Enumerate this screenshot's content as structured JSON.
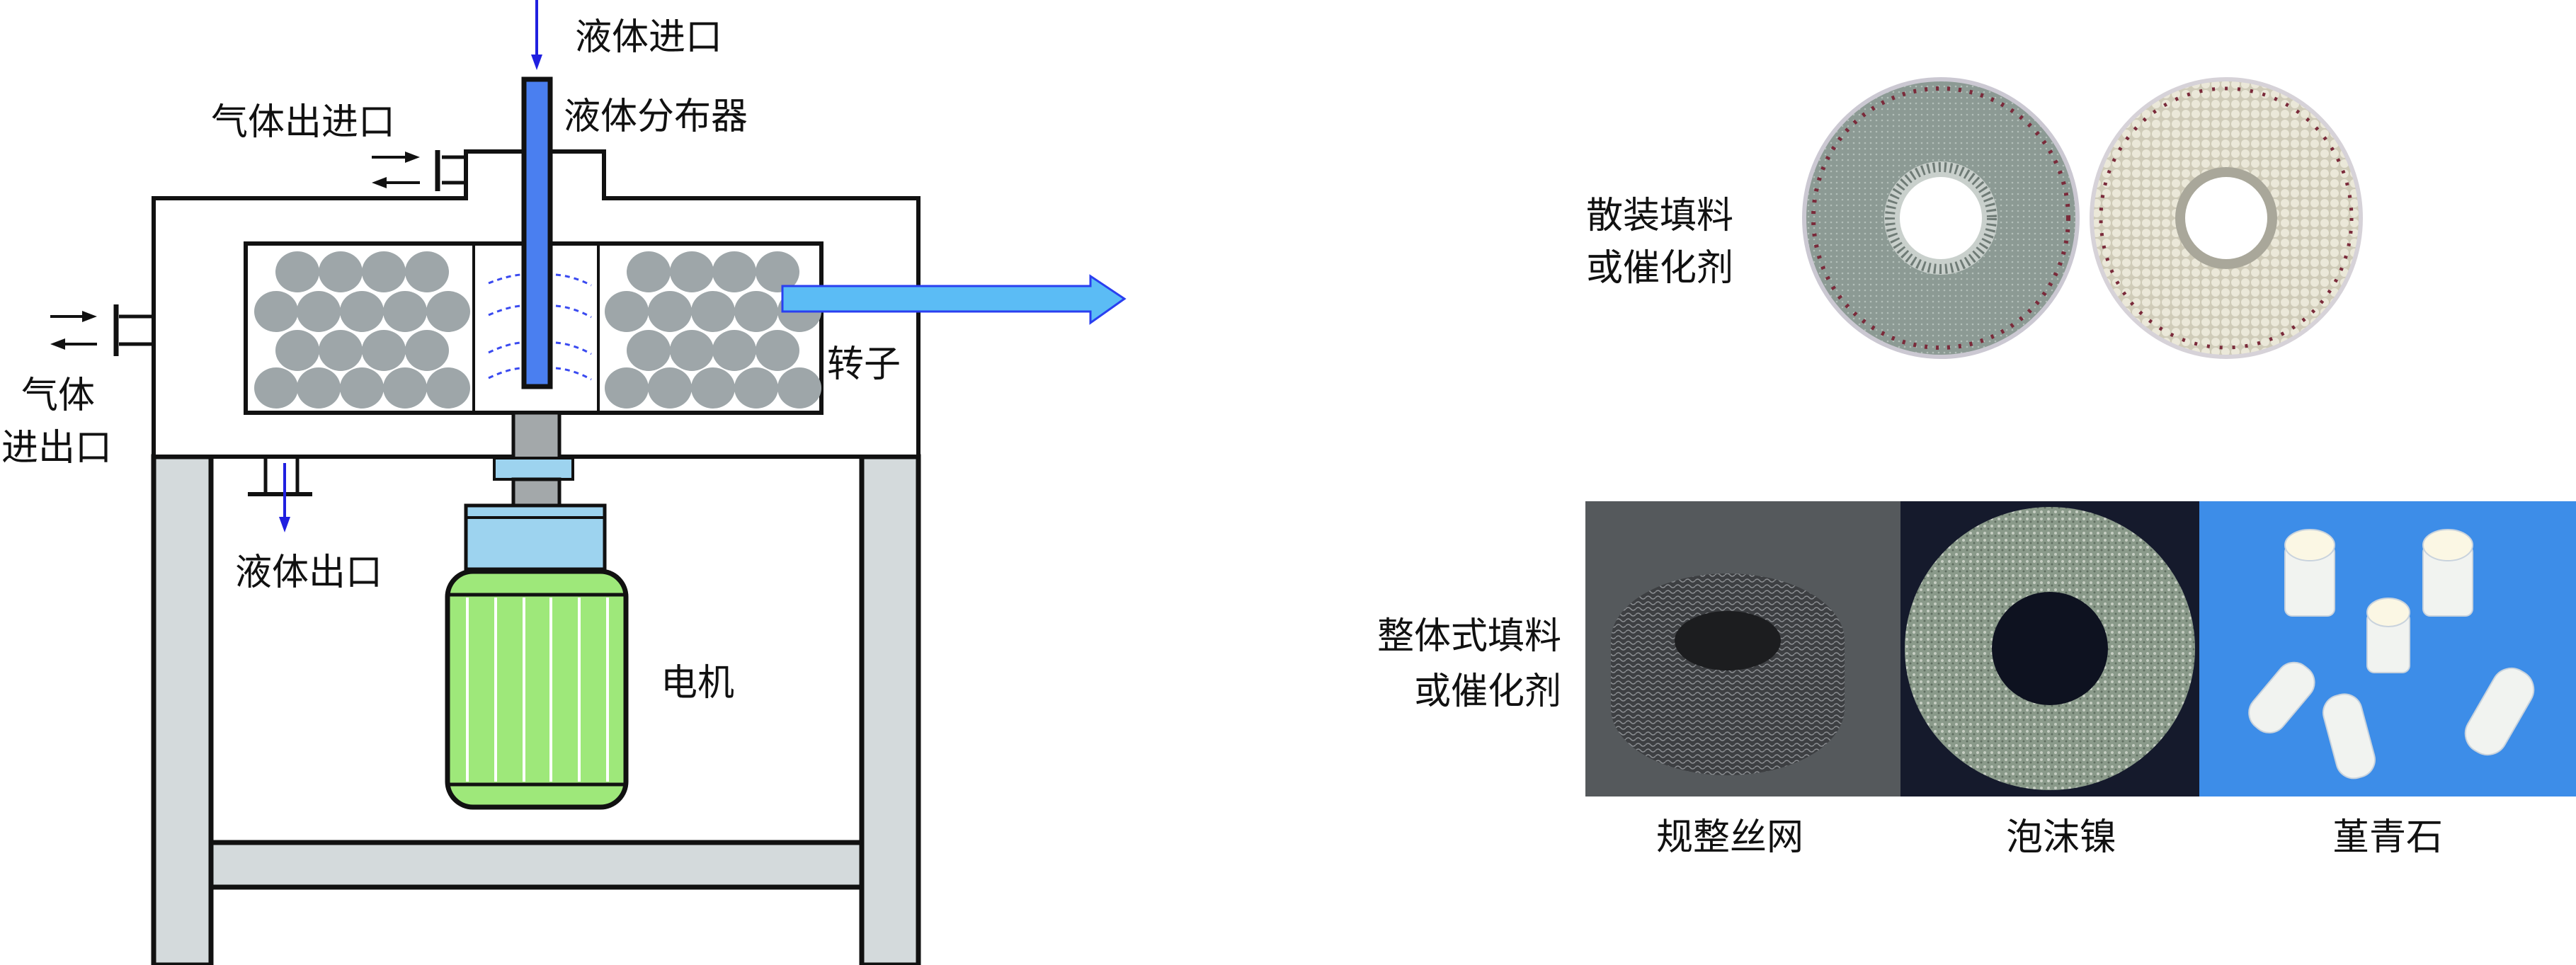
{
  "diagram": {
    "labels": {
      "liquid_inlet": "液体进口",
      "liquid_distributor": "液体分布器",
      "gas_outlet_inlet_top": "气体出进口",
      "rotor": "转子",
      "gas_side_line1": "气体",
      "gas_side_line2": "进出口",
      "liquid_outlet": "液体出口",
      "motor": "电机"
    },
    "colors": {
      "distributor": "#4a7ff0",
      "shaft": "#a3a8aa",
      "coupling": "#9dd3ef",
      "motor_body": "#9ee87a",
      "frame": "#d4dadc",
      "packing_ball": "#9ea6a9",
      "flow_arrow": "#5bbcf5",
      "liquid_arrow": "#2020e0"
    }
  },
  "photos": {
    "random_packing_label": [
      "散装填料",
      "或催化剂"
    ],
    "structured_packing_label": [
      "整体式填料",
      "或催化剂"
    ],
    "structured_items": [
      {
        "label": "规整丝网"
      },
      {
        "label": "泡沫镍"
      },
      {
        "label": "堇青石"
      }
    ]
  }
}
